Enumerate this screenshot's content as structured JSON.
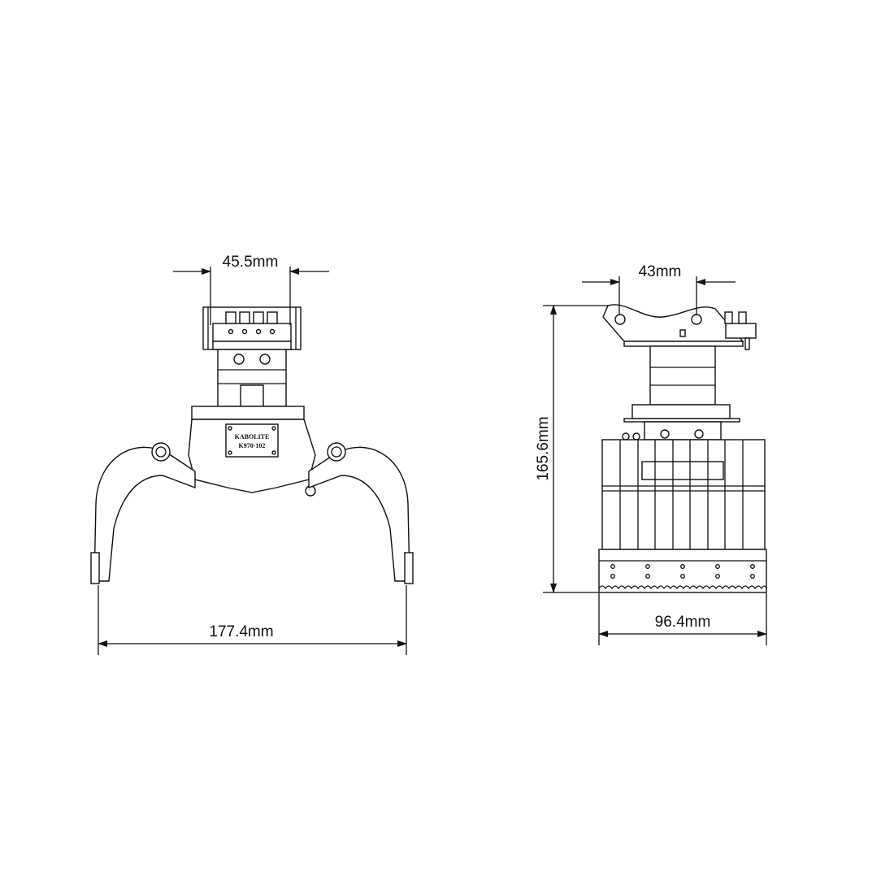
{
  "front_view": {
    "top_width_label": "45.5mm",
    "open_width_label": "177.4mm",
    "nameplate": {
      "brand": "KABOLITE",
      "model": "K970-102"
    }
  },
  "side_view": {
    "pin_spacing_label": "43mm",
    "height_label": "165.6mm",
    "width_label": "96.4mm"
  },
  "colors": {
    "line": "#111111",
    "background": "#ffffff"
  }
}
